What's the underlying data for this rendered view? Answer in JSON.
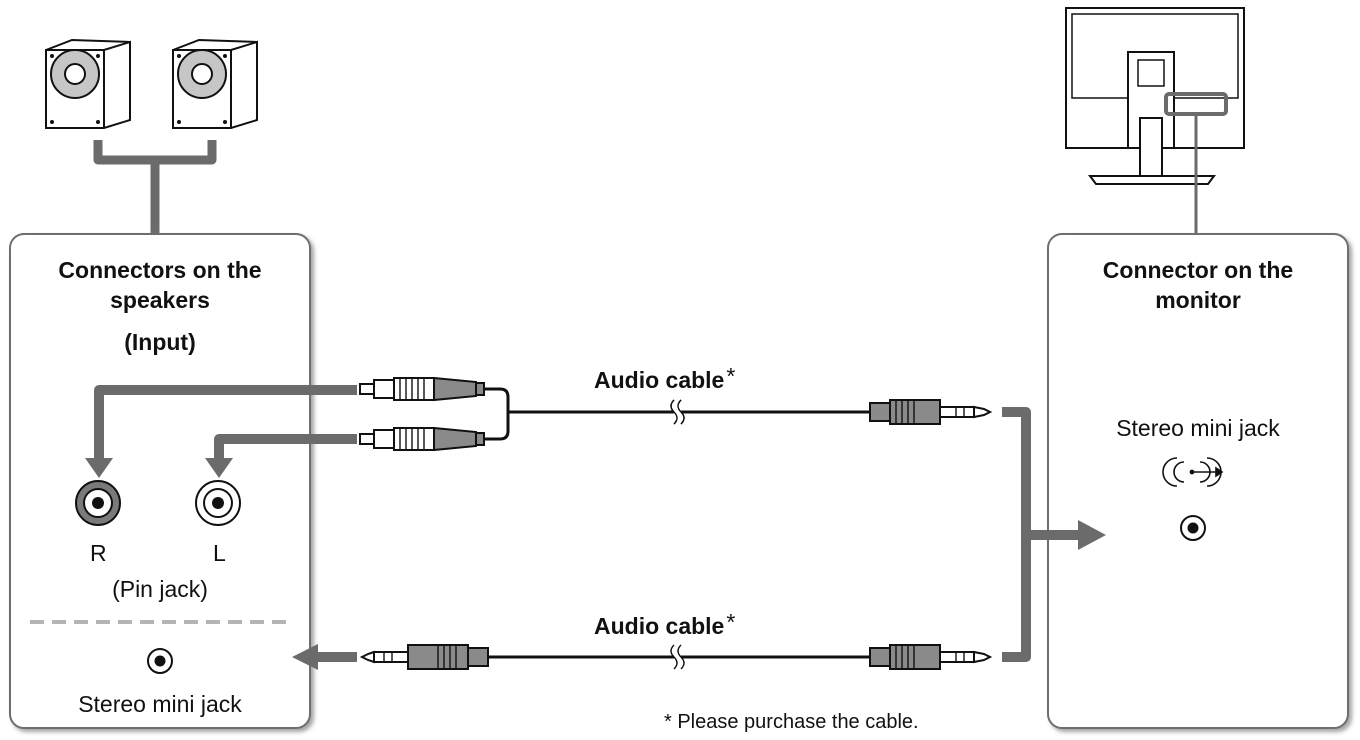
{
  "left_panel": {
    "title_line1": "Connectors on the",
    "title_line2": "speakers",
    "subtitle": "(Input)",
    "jack_r_label": "R",
    "jack_l_label": "L",
    "pin_jack_label": "(Pin jack)",
    "stereo_mini_jack_label": "Stereo mini jack"
  },
  "right_panel": {
    "title_line1": "Connector on the",
    "title_line2": "monitor",
    "stereo_mini_jack_label": "Stereo mini jack"
  },
  "cables": {
    "top_label": "Audio cable",
    "bottom_label": "Audio cable",
    "asterisk": "*"
  },
  "footnote": "* Please purchase the cable.",
  "headphone_icon_glyph": "((·))→",
  "colors": {
    "connector_gray": "#6b6b6b",
    "panel_border": "#6e6e6e",
    "panel_fill": "#ffffff",
    "plug_dark": "#8a8a8a",
    "jack_r_fill": "#7a7a7a",
    "dashed_divider": "#b4b4b4"
  },
  "icons": [
    "speaker-icon",
    "monitor-icon",
    "rca-plug-icon",
    "mini-plug-icon",
    "audio-out-icon",
    "arrow-icon"
  ]
}
